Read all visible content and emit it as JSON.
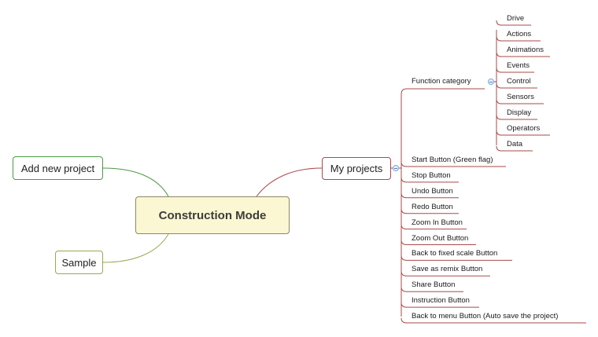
{
  "central_topic": "Construction Mode",
  "left_branches": [
    "Add new project",
    "Sample"
  ],
  "right_branch": {
    "label": "My projects",
    "function_category": {
      "label": "Function category",
      "children": [
        "Drive",
        "Actions",
        "Animations",
        "Events",
        "Control",
        "Sensors",
        "Display",
        "Operators",
        "Data"
      ]
    },
    "buttons": [
      "Start Button (Green flag)",
      "Stop Button",
      "Undo Button",
      "Redo Button",
      "Zoom In Button",
      "Zoom Out Button",
      "Back to fixed scale Button",
      "Save as remix Button",
      "Share Button",
      "Instruction Button",
      "Back to menu Button (Auto save the project)"
    ]
  },
  "colors": {
    "central_fill": "#faf7d2",
    "central_border": "#8a8766",
    "add_branch": "#4a9a45",
    "sample_branch": "#9aa850",
    "projects_branch": "#a84a4a",
    "collapse_icon": "#4f84c7"
  }
}
